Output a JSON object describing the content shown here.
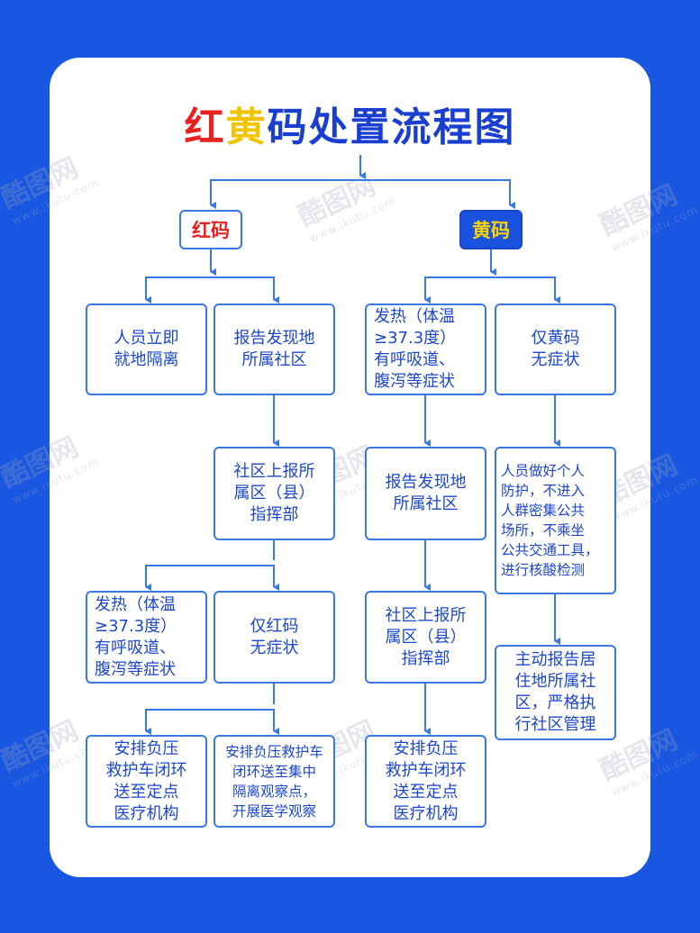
{
  "title": {
    "c1": "红",
    "c2": "黄",
    "c3": "码处置流程图"
  },
  "red_branch": {
    "label": "红码",
    "isolate": "人员立即\n就地隔离",
    "report": "报告发现地\n所属社区",
    "community_report": "社区上报所\n属区（县）\n指挥部",
    "fever": "发热（体温\n≥37.3度）\n有呼吸道、\n腹泻等症状",
    "only_red": "仅红码\n无症状",
    "ambulance": "安排负压\n救护车闭环\n送至定点\n医疗机构",
    "concentrated": "安排负压救护车\n闭环送至集中\n隔离观察点，\n开展医学观察"
  },
  "yellow_branch": {
    "label": "黄码",
    "fever": "发热（体温\n≥37.3度）\n有呼吸道、\n腹泻等症状",
    "only_yellow": "仅黄码\n无症状",
    "report": "报告发现地\n所属社区",
    "protect": "人员做好个人\n防护，不进入\n人群密集公共\n场所，不乘坐\n公共交通工具，\n进行核酸检测",
    "community_report": "社区上报所\n属区（县）\n指挥部",
    "self_report": "主动报告居\n住地所属社\n区，严格执\n行社区管理",
    "ambulance": "安排负压\n救护车闭环\n送至定点\n医疗机构"
  },
  "watermark": {
    "brand": "酷图网",
    "url": "www.ikutu.com"
  },
  "colors": {
    "background": "#1a57e0",
    "line": "#3a78e6",
    "text": "#1c47c8",
    "red": "#e8201e",
    "yellow": "#f0c400"
  }
}
